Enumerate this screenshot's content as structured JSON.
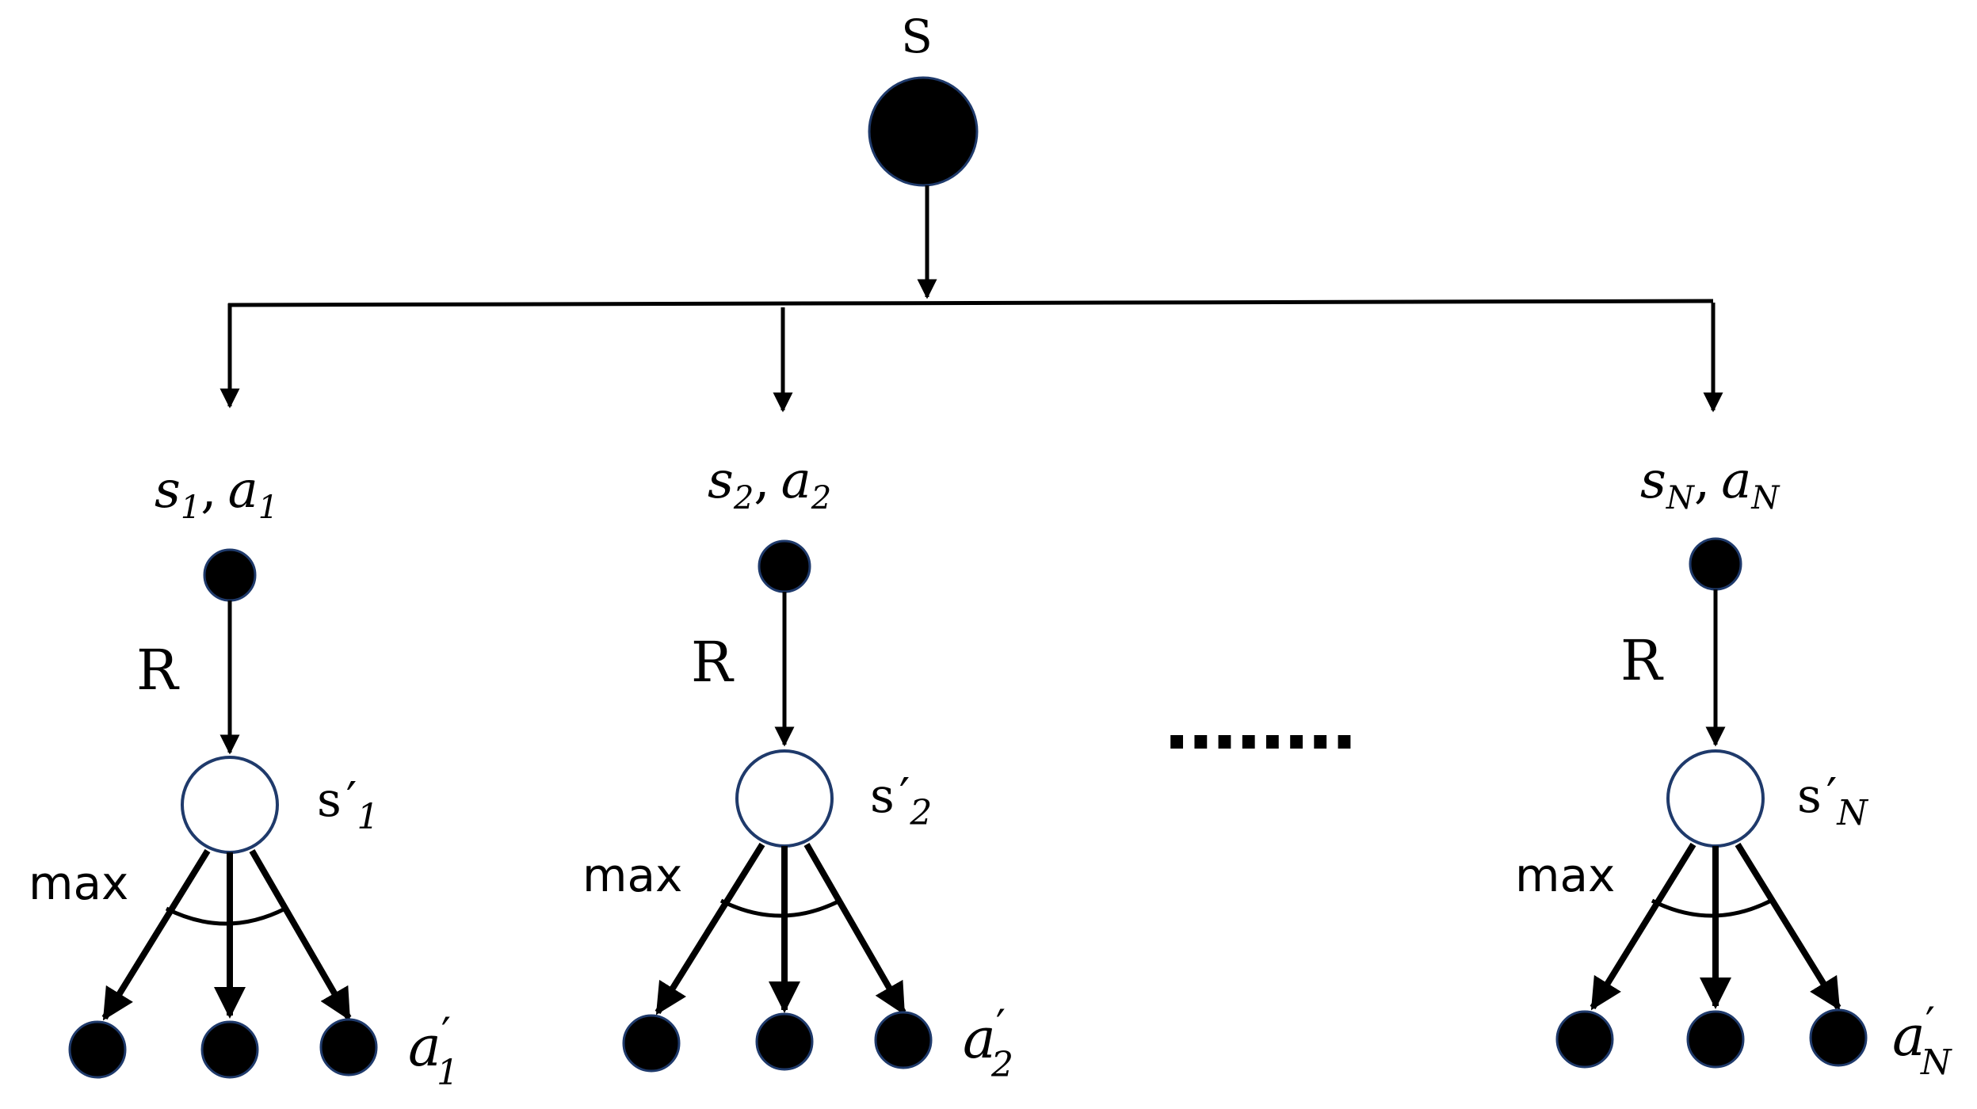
{
  "root": {
    "label": "S"
  },
  "branches": [
    {
      "id": "1",
      "state_sub": "1",
      "action_sub": "1",
      "reward_label": "R",
      "next_state_sub": "1",
      "op_label": "max",
      "next_action_sub": "1"
    },
    {
      "id": "2",
      "state_sub": "2",
      "action_sub": "2",
      "reward_label": "R",
      "next_state_sub": "2",
      "op_label": "max",
      "next_action_sub": "2"
    },
    {
      "id": "N",
      "state_sub": "N",
      "action_sub": "N",
      "reward_label": "R",
      "next_state_sub": "N",
      "op_label": "max",
      "next_action_sub": "N"
    }
  ],
  "symbols": {
    "state": "s",
    "action": "a",
    "prime": "′",
    "comma": ","
  },
  "ellipsis": "........",
  "colors": {
    "node_fill": "#000000",
    "node_outline": "#1f3a6b",
    "open_node_fill": "#ffffff",
    "edge": "#000000"
  }
}
